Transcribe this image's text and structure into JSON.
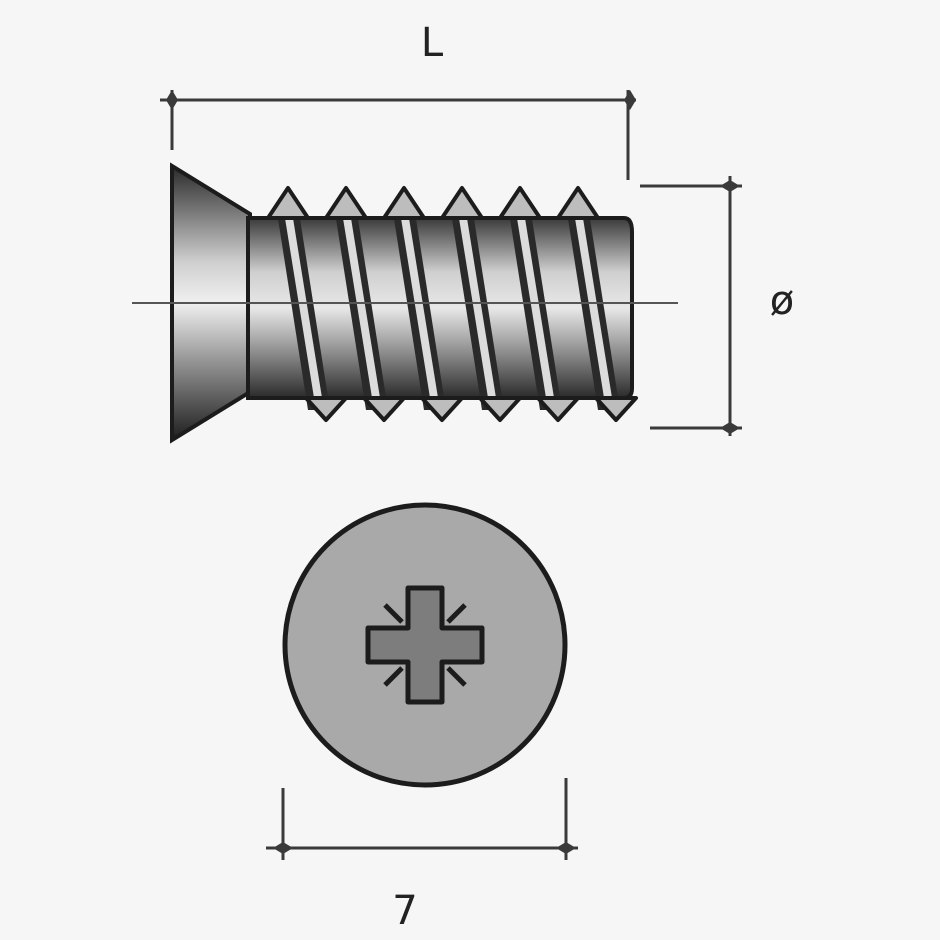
{
  "dimensions": {
    "length_label": "L",
    "diameter_label": "ø",
    "head_diameter_label": "7"
  },
  "colors": {
    "background": "#f6f6f6",
    "outline": "#1c1c1c",
    "dimension_line": "#3a3a3a",
    "head_face": "#a9a9a9",
    "thread_dark": "#2a2a2a",
    "thread_light": "#d9d9d9"
  },
  "icons": {
    "screw_side": "countersunk-screw-side-view",
    "screw_head": "pozidriv-head-top-view"
  }
}
